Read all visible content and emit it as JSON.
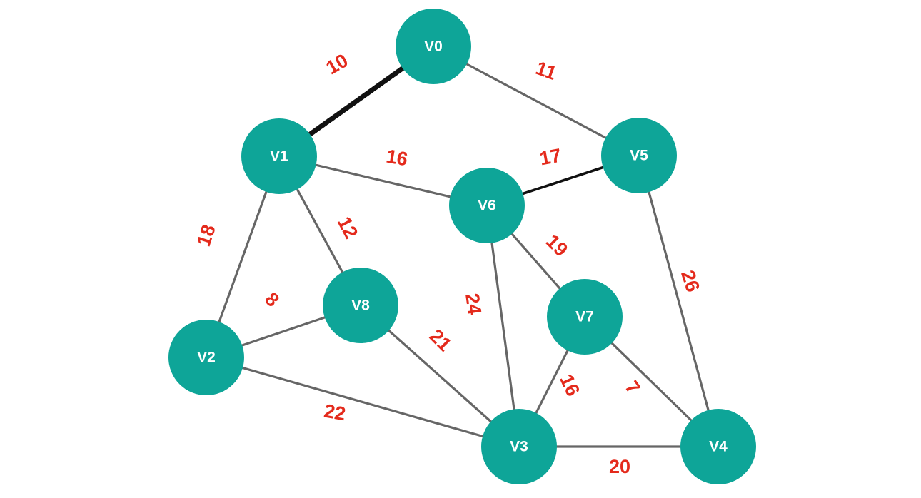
{
  "colors": {
    "node_fill": "#0ea598",
    "node_text": "#ffffff",
    "edge": "#666666",
    "edge_emphasis": "#111111",
    "weight_text": "#e42a1c"
  },
  "nodes": [
    {
      "id": "V0",
      "label": "V0"
    },
    {
      "id": "V1",
      "label": "V1"
    },
    {
      "id": "V2",
      "label": "V2"
    },
    {
      "id": "V3",
      "label": "V3"
    },
    {
      "id": "V4",
      "label": "V4"
    },
    {
      "id": "V5",
      "label": "V5"
    },
    {
      "id": "V6",
      "label": "V6"
    },
    {
      "id": "V7",
      "label": "V7"
    },
    {
      "id": "V8",
      "label": "V8"
    }
  ],
  "edges": [
    {
      "from": "V0",
      "to": "V1",
      "weight": "10",
      "style": "scribble"
    },
    {
      "from": "V0",
      "to": "V5",
      "weight": "11",
      "style": "normal"
    },
    {
      "from": "V1",
      "to": "V6",
      "weight": "16",
      "style": "normal"
    },
    {
      "from": "V5",
      "to": "V6",
      "weight": "17",
      "style": "emphasis"
    },
    {
      "from": "V1",
      "to": "V2",
      "weight": "18",
      "style": "normal"
    },
    {
      "from": "V1",
      "to": "V8",
      "weight": "12",
      "style": "normal"
    },
    {
      "from": "V6",
      "to": "V7",
      "weight": "19",
      "style": "normal"
    },
    {
      "from": "V5",
      "to": "V4",
      "weight": "26",
      "style": "normal"
    },
    {
      "from": "V2",
      "to": "V8",
      "weight": "8",
      "style": "normal"
    },
    {
      "from": "V6",
      "to": "V3",
      "weight": "24",
      "style": "normal"
    },
    {
      "from": "V8",
      "to": "V3",
      "weight": "21",
      "style": "normal"
    },
    {
      "from": "V7",
      "to": "V3",
      "weight": "16",
      "style": "normal"
    },
    {
      "from": "V7",
      "to": "V4",
      "weight": "7",
      "style": "normal"
    },
    {
      "from": "V2",
      "to": "V3",
      "weight": "22",
      "style": "normal"
    },
    {
      "from": "V3",
      "to": "V4",
      "weight": "20",
      "style": "normal"
    }
  ]
}
